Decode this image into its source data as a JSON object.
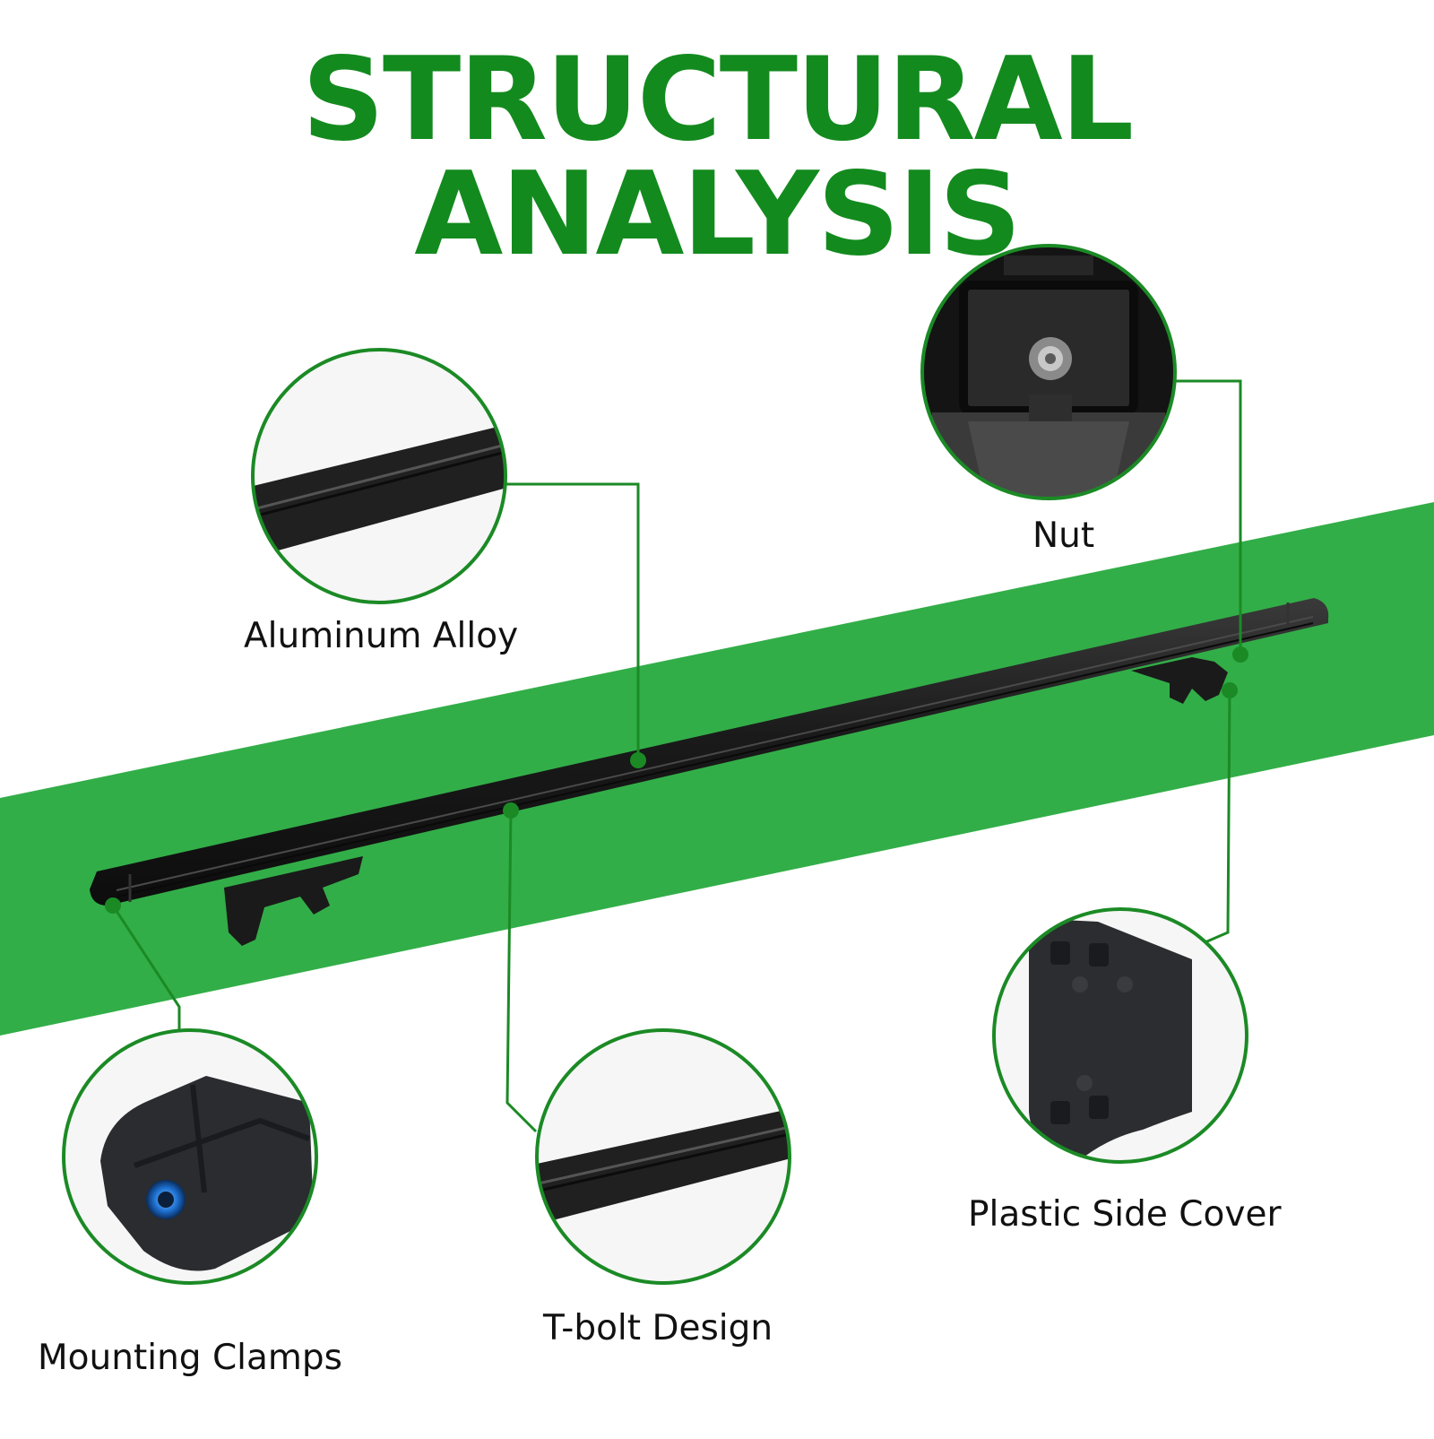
{
  "title": "STRUCTURAL ANALYSIS",
  "colors": {
    "title": "#138a1e",
    "band": "#32ae48",
    "callout": "#1b8a25",
    "bar": "#1c1c1c",
    "background": "#ffffff"
  },
  "callouts": [
    {
      "id": "aluminum-alloy",
      "label": "Aluminum Alloy",
      "detail": "bar-surface"
    },
    {
      "id": "nut",
      "label": "Nut",
      "detail": "nut-in-channel"
    },
    {
      "id": "mounting-clamps",
      "label": "Mounting Clamps",
      "detail": "end-cap-with-lock"
    },
    {
      "id": "t-bolt-design",
      "label": "T-bolt Design",
      "detail": "bar-surface"
    },
    {
      "id": "plastic-side-cover",
      "label": "Plastic Side Cover",
      "detail": "side-cover-plate"
    }
  ]
}
